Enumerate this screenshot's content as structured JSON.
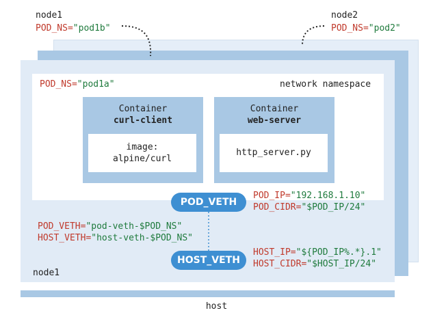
{
  "top_left": {
    "node_label": "node1",
    "pod_ns_key": "POD_NS=",
    "pod_ns_value": "\"pod1b\""
  },
  "top_right": {
    "node_label": "node2",
    "pod_ns_key": "POD_NS=",
    "pod_ns_value": "\"pod2\""
  },
  "namespace": {
    "pod_ns_key": "POD_NS=",
    "pod_ns_value": "\"pod1a\"",
    "label": "network namespace"
  },
  "containers": [
    {
      "title": "Container",
      "name": "curl-client",
      "content_line1": "image:",
      "content_line2": "alpine/curl"
    },
    {
      "title": "Container",
      "name": "web-server",
      "content_line1": "http_server.py"
    }
  ],
  "pod_veth": {
    "label": "POD_VETH",
    "ip_key": "POD_IP=",
    "ip_value": "\"192.168.1.10\"",
    "cidr_key": "POD_CIDR=",
    "cidr_value": "\"$POD_IP/24\""
  },
  "veth_names": {
    "pod_key": "POD_VETH=",
    "pod_value": "\"pod-veth-$POD_NS\"",
    "host_key": "HOST_VETH=",
    "host_value": "\"host-veth-$POD_NS\""
  },
  "host_veth": {
    "label": "HOST_VETH",
    "ip_key": "HOST_IP=",
    "ip_value": "\"${POD_IP%.*}.1\"",
    "cidr_key": "HOST_CIDR=",
    "cidr_value": "\"$HOST_IP/24\""
  },
  "node_panel_label": "node1",
  "host_label": "host",
  "colors": {
    "key_red": "#c0392b",
    "value_green": "#1e7a3c",
    "panel_light": "#e1ebf6",
    "panel_mid": "#a9c8e4",
    "pill_blue": "#3e8fd2"
  }
}
